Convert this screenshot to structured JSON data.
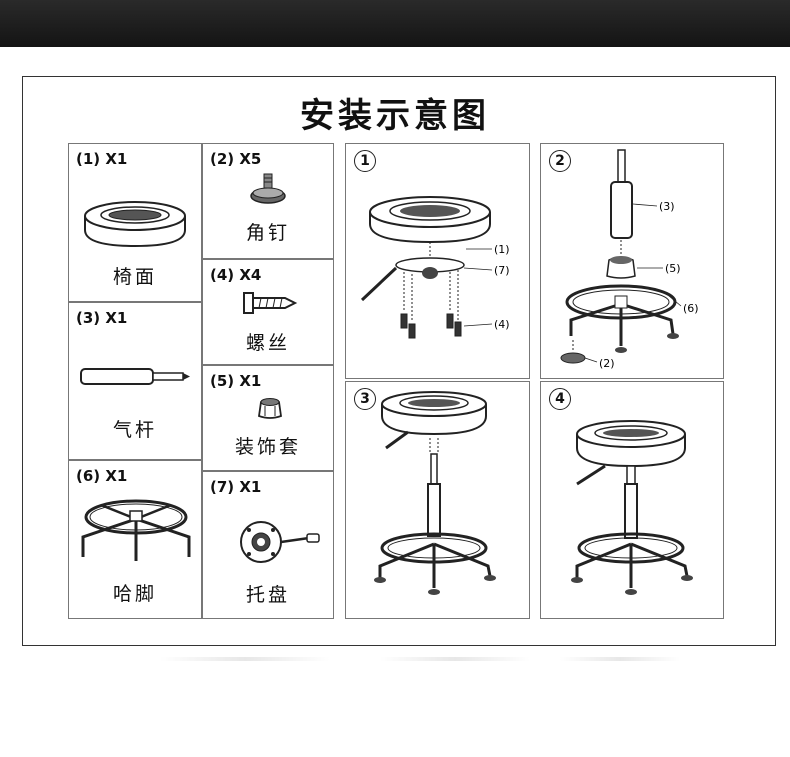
{
  "title": "安装示意图",
  "parts": [
    {
      "count": "(1) X1",
      "name": "椅面"
    },
    {
      "count": "(2) X5",
      "name": "角钉"
    },
    {
      "count": "(3) X1",
      "name": "气杆"
    },
    {
      "count": "(4) X4",
      "name": "螺丝"
    },
    {
      "count": "(5) X1",
      "name": "装饰套"
    },
    {
      "count": "(6) X1",
      "name": "哈脚"
    },
    {
      "count": "(7) X1",
      "name": "托盘"
    }
  ],
  "steps": [
    {
      "num": "1",
      "callouts": [
        "(1)",
        "(7)",
        "(4)"
      ]
    },
    {
      "num": "2",
      "callouts": [
        "(3)",
        "(5)",
        "(6)",
        "(2)"
      ]
    },
    {
      "num": "3"
    },
    {
      "num": "4"
    }
  ]
}
